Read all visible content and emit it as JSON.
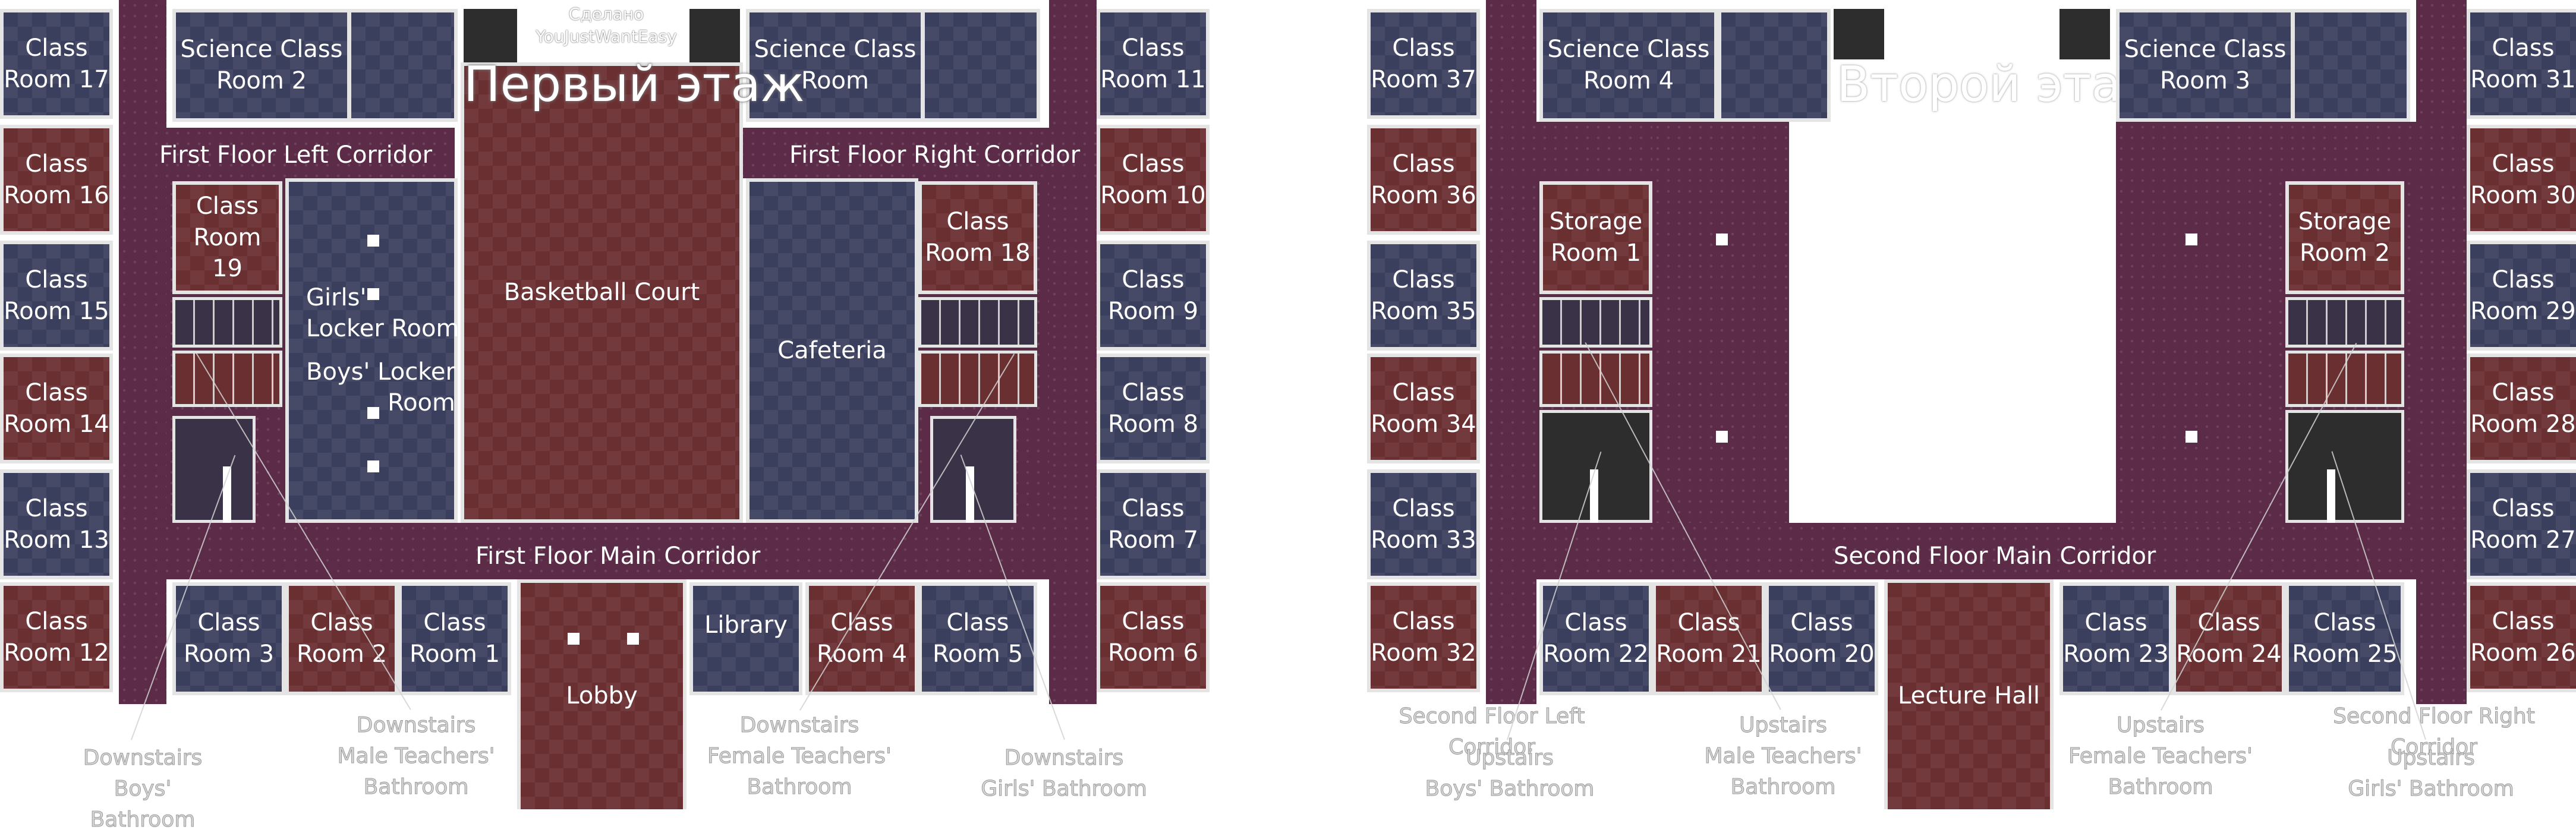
{
  "floor1": {
    "title": "Первый этаж",
    "credit": "Сделано\nYouJustWantEasy",
    "corridors": {
      "left": "First Floor Left Corridor",
      "right": "First Floor Right Corridor",
      "main": "First Floor Main Corridor"
    },
    "rooms": {
      "cr17": "Class\nRoom 17",
      "cr16": "Class\nRoom 16",
      "cr15": "Class\nRoom 15",
      "cr14": "Class\nRoom 14",
      "cr13": "Class\nRoom 13",
      "cr12": "Class\nRoom 12",
      "cr11": "Class\nRoom 11",
      "cr10": "Class\nRoom 10",
      "cr9": "Class\nRoom 9",
      "cr8": "Class\nRoom 8",
      "cr7": "Class\nRoom 7",
      "cr6": "Class\nRoom 6",
      "sci2": "Science Class\nRoom 2",
      "sci": "Science Class\nRoom",
      "cr19": "Class\nRoom 19",
      "cr18": "Class\nRoom 18",
      "girls_locker": "Girls'\nLocker Room",
      "boys_locker": "Boys' Locker\nRoom",
      "basketball": "Basketball Court",
      "cafeteria": "Cafeteria",
      "cr3": "Class\nRoom 3",
      "cr2": "Class\nRoom 2",
      "cr1": "Class\nRoom 1",
      "lobby": "Lobby",
      "library": "Library",
      "cr4": "Class\nRoom 4",
      "cr5": "Class\nRoom 5"
    },
    "annotations": {
      "boys_bath": "Downstairs\nBoys' Bathroom",
      "male_teachers": "Downstairs\nMale Teachers'\nBathroom",
      "female_teachers": "Downstairs\nFemale Teachers'\nBathroom",
      "girls_bath": "Downstairs\nGirls' Bathroom"
    }
  },
  "floor2": {
    "title": "Второй этаж",
    "corridors": {
      "main": "Second Floor Main Corridor",
      "left": "Second Floor Left Corridor",
      "right": "Second Floor Right Corridor"
    },
    "rooms": {
      "cr37": "Class\nRoom 37",
      "cr36": "Class\nRoom 36",
      "cr35": "Class\nRoom 35",
      "cr34": "Class\nRoom 34",
      "cr33": "Class\nRoom 33",
      "cr32": "Class\nRoom 32",
      "cr31": "Class\nRoom 31",
      "cr30": "Class\nRoom 30",
      "cr29": "Class\nRoom 29",
      "cr28": "Class\nRoom 28",
      "cr27": "Class\nRoom 27",
      "cr26": "Class\nRoom 26",
      "sci4": "Science Class\nRoom 4",
      "sci3": "Science Class\nRoom 3",
      "storage1": "Storage\nRoom 1",
      "storage2": "Storage\nRoom 2",
      "cr22": "Class\nRoom 22",
      "cr21": "Class\nRoom 21",
      "cr20": "Class\nRoom 20",
      "lecture": "Lecture Hall",
      "cr23": "Class\nRoom 23",
      "cr24": "Class\nRoom 24",
      "cr25": "Class\nRoom 25"
    },
    "annotations": {
      "boys_bath": "Upstairs\nBoys' Bathroom",
      "male_teachers": "Upstairs\nMale Teachers'\nBathroom",
      "female_teachers": "Upstairs\nFemale Teachers'\nBathroom",
      "girls_bath": "Upstairs\nGirls' Bathroom"
    }
  },
  "colors": {
    "blue_room": "#3b3f5e",
    "red_room": "#6a2f31",
    "hallway": "#5b2b48",
    "wall": "#e4e4e4"
  }
}
